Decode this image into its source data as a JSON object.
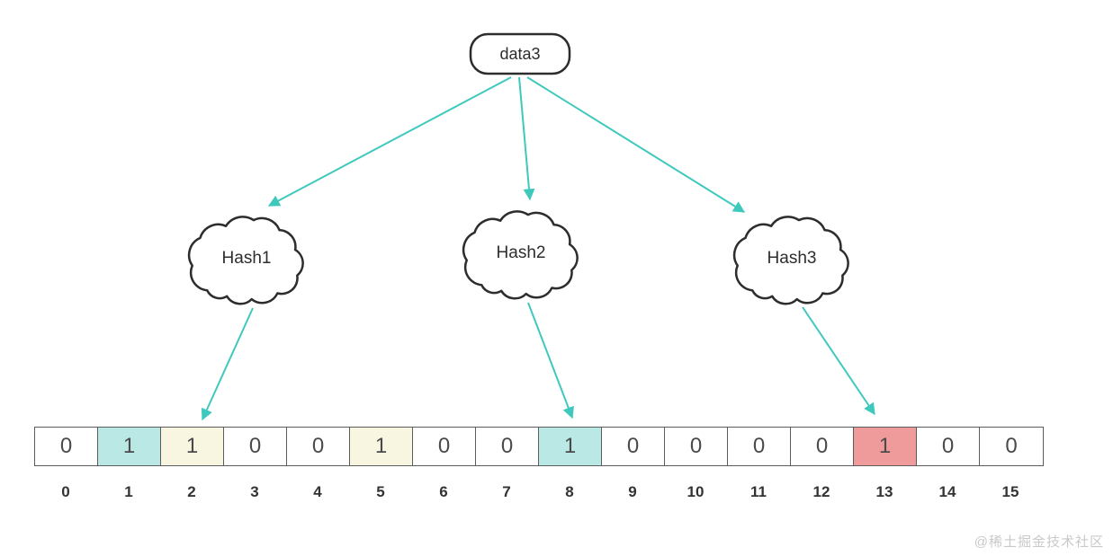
{
  "diagram": {
    "source": {
      "label": "data3"
    },
    "hash_nodes": [
      {
        "label": "Hash1",
        "target_index": 2
      },
      {
        "label": "Hash2",
        "target_index": 8
      },
      {
        "label": "Hash3",
        "target_index": 13
      }
    ]
  },
  "bitarray": {
    "cells": [
      {
        "index": "0",
        "value": "0",
        "highlight": "none"
      },
      {
        "index": "1",
        "value": "1",
        "highlight": "teal"
      },
      {
        "index": "2",
        "value": "1",
        "highlight": "cream"
      },
      {
        "index": "3",
        "value": "0",
        "highlight": "none"
      },
      {
        "index": "4",
        "value": "0",
        "highlight": "none"
      },
      {
        "index": "5",
        "value": "1",
        "highlight": "cream"
      },
      {
        "index": "6",
        "value": "0",
        "highlight": "none"
      },
      {
        "index": "7",
        "value": "0",
        "highlight": "none"
      },
      {
        "index": "8",
        "value": "1",
        "highlight": "teal"
      },
      {
        "index": "9",
        "value": "0",
        "highlight": "none"
      },
      {
        "index": "10",
        "value": "0",
        "highlight": "none"
      },
      {
        "index": "11",
        "value": "0",
        "highlight": "none"
      },
      {
        "index": "12",
        "value": "0",
        "highlight": "none"
      },
      {
        "index": "13",
        "value": "1",
        "highlight": "red"
      },
      {
        "index": "14",
        "value": "0",
        "highlight": "none"
      },
      {
        "index": "15",
        "value": "0",
        "highlight": "none"
      }
    ]
  },
  "colors": {
    "arrow": "#3fc9bd",
    "node_stroke": "#2d2d2d",
    "highlight_teal": "#b9e8e5",
    "highlight_cream": "#f8f6e1",
    "highlight_red": "#f09b9b",
    "cell_none": "#ffffff"
  },
  "watermark": "@稀土掘金技术社区"
}
